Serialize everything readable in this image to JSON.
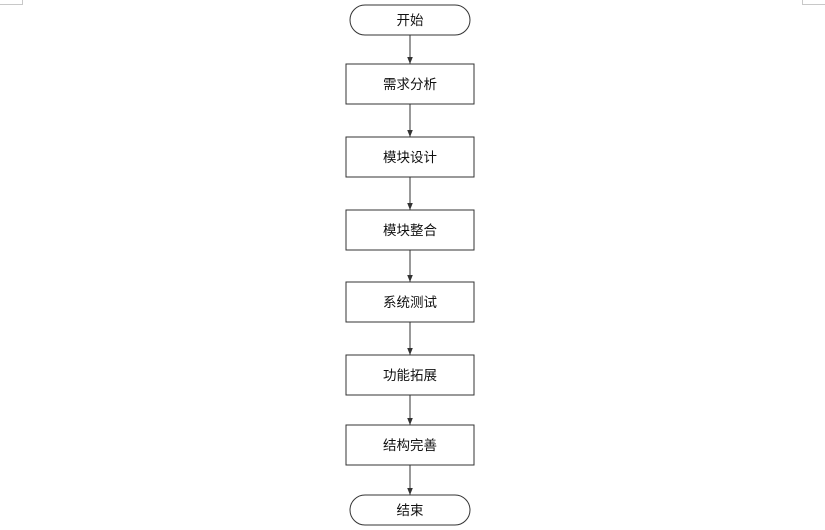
{
  "diagram": {
    "type": "flowchart",
    "start_label": "开始",
    "steps": [
      "需求分析",
      "模块设计",
      "模块整合",
      "系统测试",
      "功能拓展",
      "结构完善"
    ],
    "end_label": "结束",
    "colors": {
      "stroke": "#333333",
      "node_fill": "#ffffff",
      "text": "#111111",
      "page_marks": "#c8c8c8"
    }
  }
}
